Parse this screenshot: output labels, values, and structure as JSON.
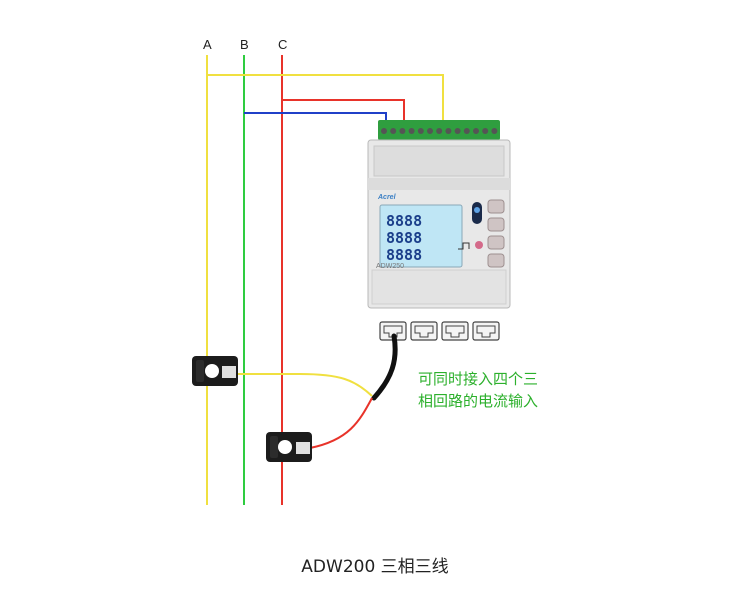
{
  "phases": {
    "a": "A",
    "b": "B",
    "c": "C"
  },
  "meter": {
    "brand": "Acrel",
    "model": "ADW250",
    "lcd_rows": [
      "8888",
      "8888",
      "8888"
    ]
  },
  "annotation": [
    "可同时接入四个三",
    "相回路的电流输入"
  ],
  "caption": "ADW200 三相三线",
  "colors": {
    "phase_a": "#f0e040",
    "phase_b": "#2ecc40",
    "phase_c": "#e8332a",
    "signal": "#2040c8",
    "terminal": "#2f9e3f",
    "annotation": "#2cb02c"
  }
}
